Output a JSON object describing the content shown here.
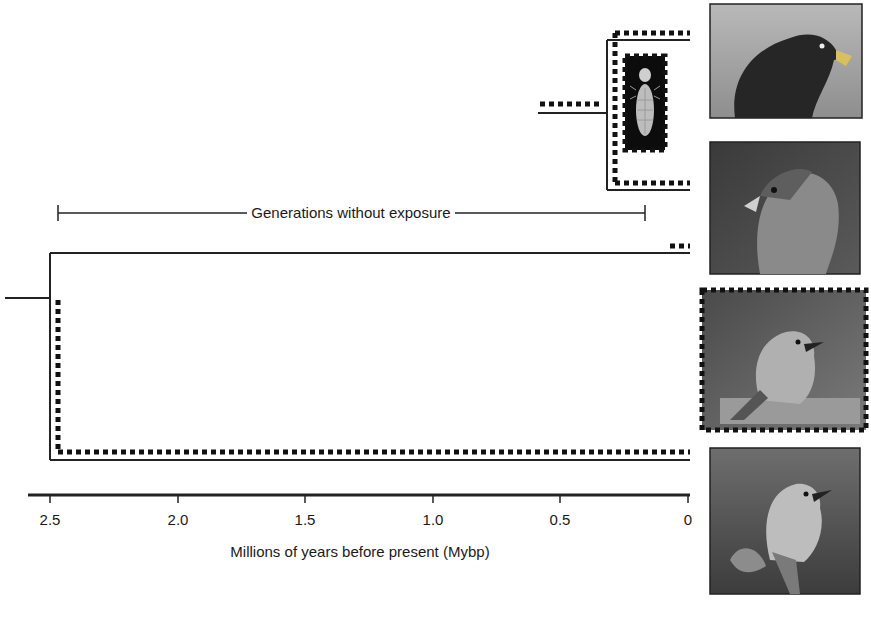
{
  "diagram": {
    "labels": [
      "Generations without exposure",
      "2.5",
      "2.0",
      "1.5",
      "1.0",
      "0.5",
      "0",
      "Millions of years before present (Mybp)"
    ]
  }
}
